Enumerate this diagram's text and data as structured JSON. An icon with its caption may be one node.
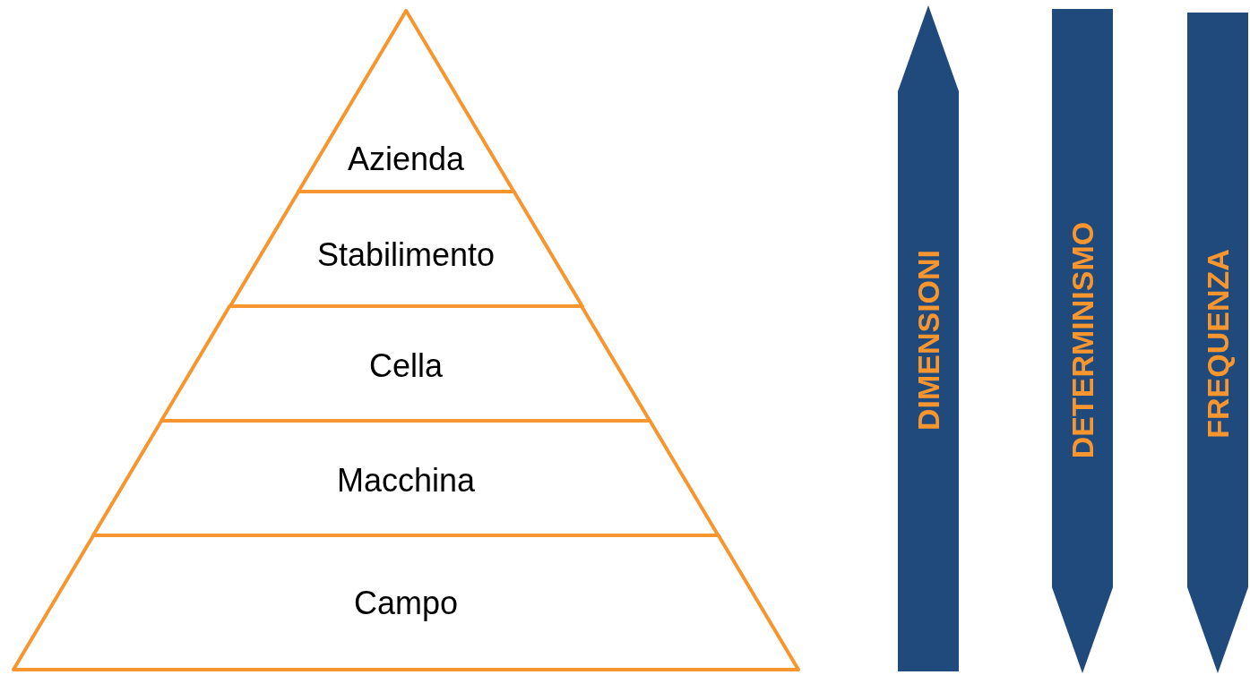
{
  "diagram": {
    "nodes": [
      {
        "text": [
          "Azienda"
        ]
      },
      {
        "text": [
          "Stabilimento"
        ]
      },
      {
        "text": [
          "Cella"
        ]
      },
      {
        "text": [
          "Macchina"
        ]
      },
      {
        "text": [
          "Campo"
        ]
      },
      {
        "text": [
          "DIMENSIONI"
        ]
      },
      {
        "text": [
          "DETERMINISMO"
        ]
      },
      {
        "text": [
          "FREQUENZA"
        ]
      }
    ]
  }
}
